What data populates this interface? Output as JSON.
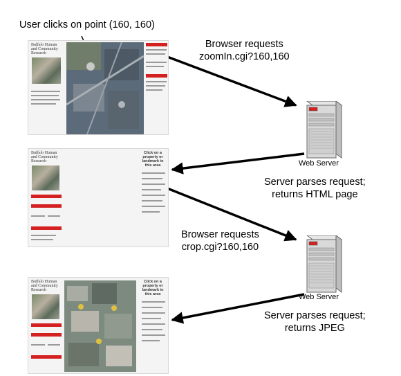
{
  "labels": {
    "user_click": "User clicks on point (160, 160)",
    "browser_request_1": [
      "Browser requests",
      "zoomIn.cgi?160,160"
    ],
    "server_parse_1": [
      "Server parses request;",
      "returns HTML page"
    ],
    "browser_request_2": [
      "Browser requests",
      "crop.cgi?160,160"
    ],
    "server_parse_2": [
      "Server parses request;",
      "returns JPEG"
    ],
    "web_server_1": "Web Server",
    "web_server_2": "Web Server"
  },
  "screenshots": {
    "logo_text": [
      "Buffalo Human",
      "and Community",
      "Research"
    ],
    "right_title": [
      "Click on a",
      "property or",
      "landmark in",
      "this area"
    ]
  },
  "colors": {
    "arrow": "#000000",
    "accent_red": "#d42020"
  }
}
